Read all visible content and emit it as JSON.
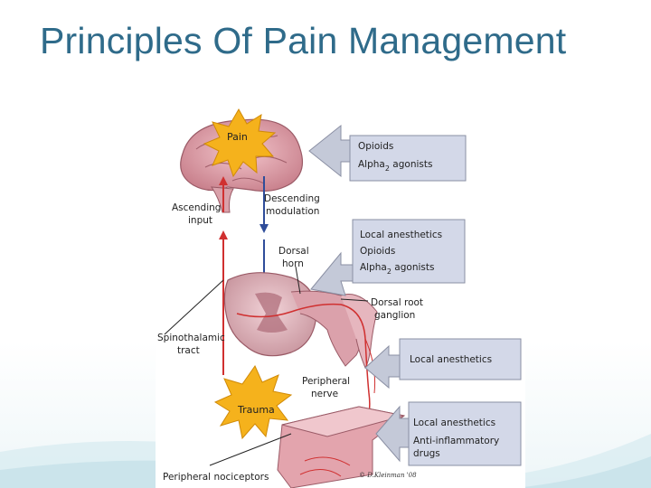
{
  "slide": {
    "title": "Principles Of Pain Management"
  },
  "figure": {
    "bursts": {
      "pain": "Pain",
      "trauma": "Trauma"
    },
    "labels": {
      "ascending_line1": "Ascending",
      "ascending_line2": "input",
      "descending_line1": "Descending",
      "descending_line2": "modulation",
      "dorsal_horn_line1": "Dorsal",
      "dorsal_horn_line2": "horn",
      "dorsal_root_line1": "Dorsal root",
      "dorsal_root_line2": "ganglion",
      "spinothalamic_line1": "Spinothalamic",
      "spinothalamic_line2": "tract",
      "peripheral_nerve_line1": "Peripheral",
      "peripheral_nerve_line2": "nerve",
      "peripheral_nociceptors": "Peripheral nociceptors"
    },
    "boxes": {
      "brain": {
        "line1": "Opioids",
        "line2_main": "Alpha",
        "line2_sub": "2",
        "line2_end": " agonists"
      },
      "dorsal_horn": {
        "line1": "Local anesthetics",
        "line2": "Opioids",
        "line3_main": "Alpha",
        "line3_sub": "2",
        "line3_end": " agonists"
      },
      "nerve": {
        "line1": "Local anesthetics"
      },
      "periphery": {
        "line1": "Local anesthetics",
        "line2": "Anti-inflammatory",
        "line3": "drugs"
      }
    },
    "copyright": "© D.Kleinman '08",
    "colors": {
      "box_fill": "#d3d8e8",
      "arrow_fill": "#c4c9d8",
      "burst_fill": "#f5b21c",
      "tissue_pink": "#e3a4ad",
      "ascending_arrow": "#d03030",
      "descending_arrow": "#2f4d9a"
    }
  }
}
